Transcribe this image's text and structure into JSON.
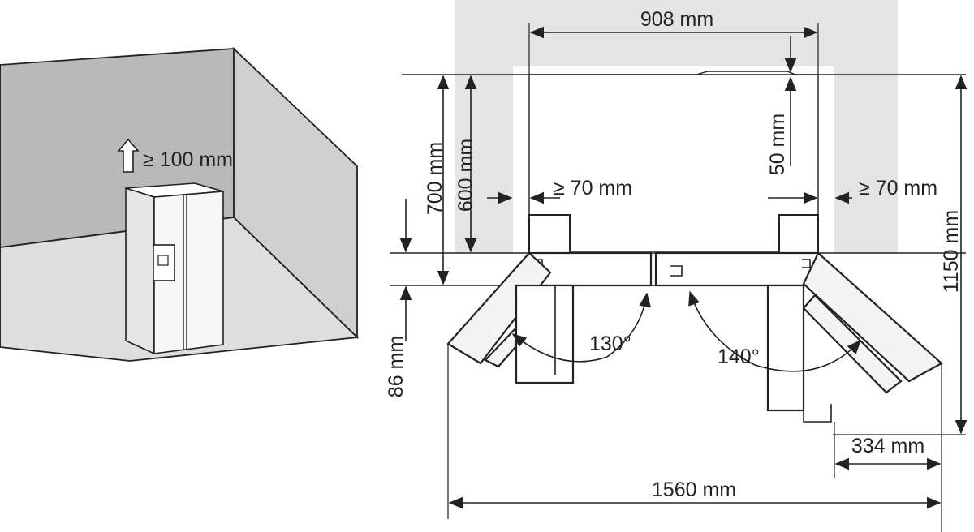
{
  "room": {
    "top_clearance": "≥ 100 mm"
  },
  "dimensions": {
    "width": "908 mm",
    "top_gap": "50 mm",
    "depth_700": "700 mm",
    "depth_600": "600 mm",
    "side_left": "≥ 70 mm",
    "side_right": "≥ 70 mm",
    "depth_total": "1150 mm",
    "offset_86": "86 mm",
    "door_swing": "334 mm",
    "total_width": "1560 mm"
  },
  "angles": {
    "left_door": "130°",
    "right_door": "140°"
  },
  "colors": {
    "wall_dark": "#b9b9b9",
    "wall_mid": "#cfcfcf",
    "wall_light": "#dedede",
    "clearance_zone": "#e4e4e4",
    "line": "#222222"
  }
}
